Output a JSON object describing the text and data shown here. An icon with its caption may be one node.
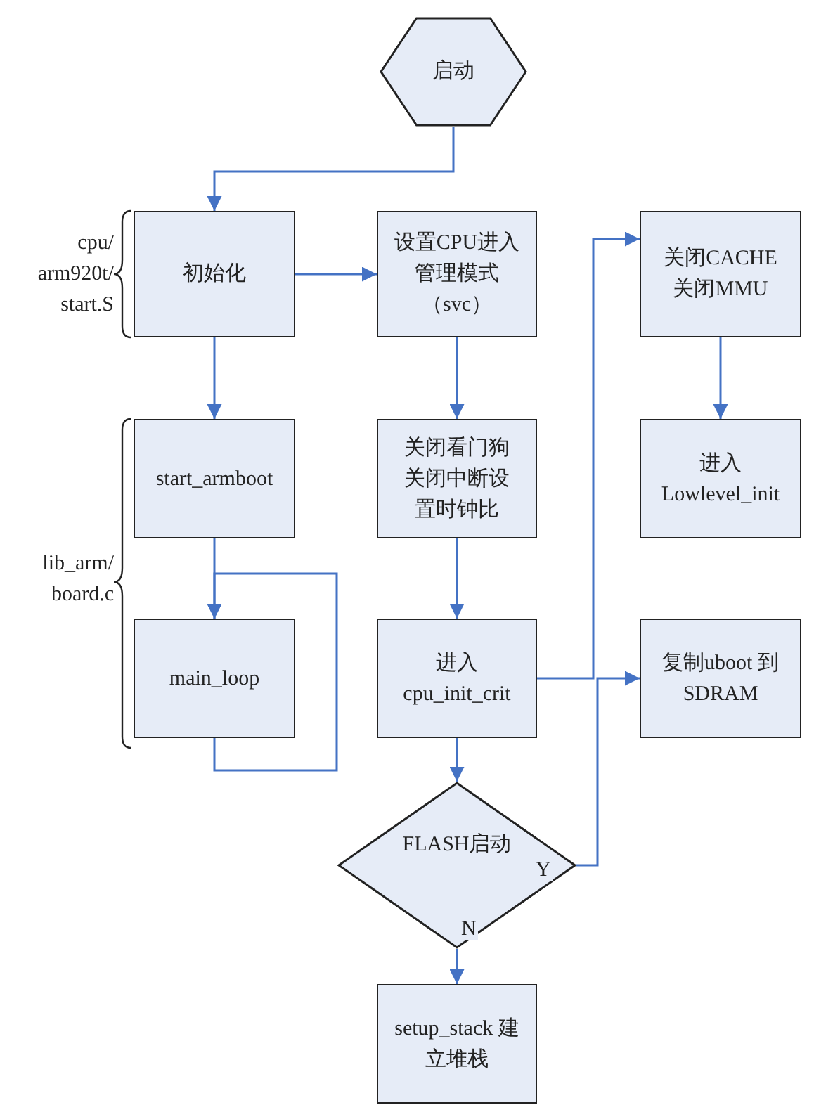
{
  "diagram": {
    "nodes": [
      {
        "text": [
          "启动"
        ]
      },
      {
        "text": [
          "初始化"
        ],
        "beside": [
          "cpu/ arm920t/ start.S"
        ]
      },
      {
        "text": [
          "设置CPU进入管理模式（svc）"
        ]
      },
      {
        "text": [
          "关闭CACHE关闭MMU"
        ]
      },
      {
        "text": [
          "start_armboot"
        ]
      },
      {
        "text": [
          "关闭看门狗关闭中断设置时钟比"
        ]
      },
      {
        "text": [
          "进入 Lowlevel_init"
        ]
      },
      {
        "text": [
          "main_loop"
        ]
      },
      {
        "text": [
          "进入 cpu_init_crit"
        ]
      },
      {
        "text": [
          "复制uboot 到 SDRAM"
        ]
      },
      {
        "text": [
          "FLASH启动"
        ]
      },
      {
        "text": [
          "setup_stack 建立堆栈"
        ]
      }
    ],
    "edges": [
      {
        "from": 0,
        "to": 1,
        "arrow": "to"
      },
      {
        "from": 1,
        "to": 2,
        "arrow": "to"
      },
      {
        "from": 1,
        "to": 4,
        "arrow": "to"
      },
      {
        "from": 2,
        "to": 5,
        "arrow": "to"
      },
      {
        "from": 3,
        "to": 6,
        "arrow": "to"
      },
      {
        "from": 4,
        "to": 7,
        "arrow": "to"
      },
      {
        "from": 7,
        "to": 7,
        "arrow": "to"
      },
      {
        "from": 5,
        "to": 8,
        "arrow": "to"
      },
      {
        "from": 8,
        "to": 3,
        "arrow": "to"
      },
      {
        "from": 8,
        "to": 10,
        "arrow": "to"
      },
      {
        "from": 10,
        "to": 9,
        "label": "Y",
        "arrow": "to"
      },
      {
        "from": 10,
        "to": 11,
        "label": "N",
        "arrow": "to"
      }
    ],
    "labels": [
      "lib_arm/ board.c"
    ]
  }
}
